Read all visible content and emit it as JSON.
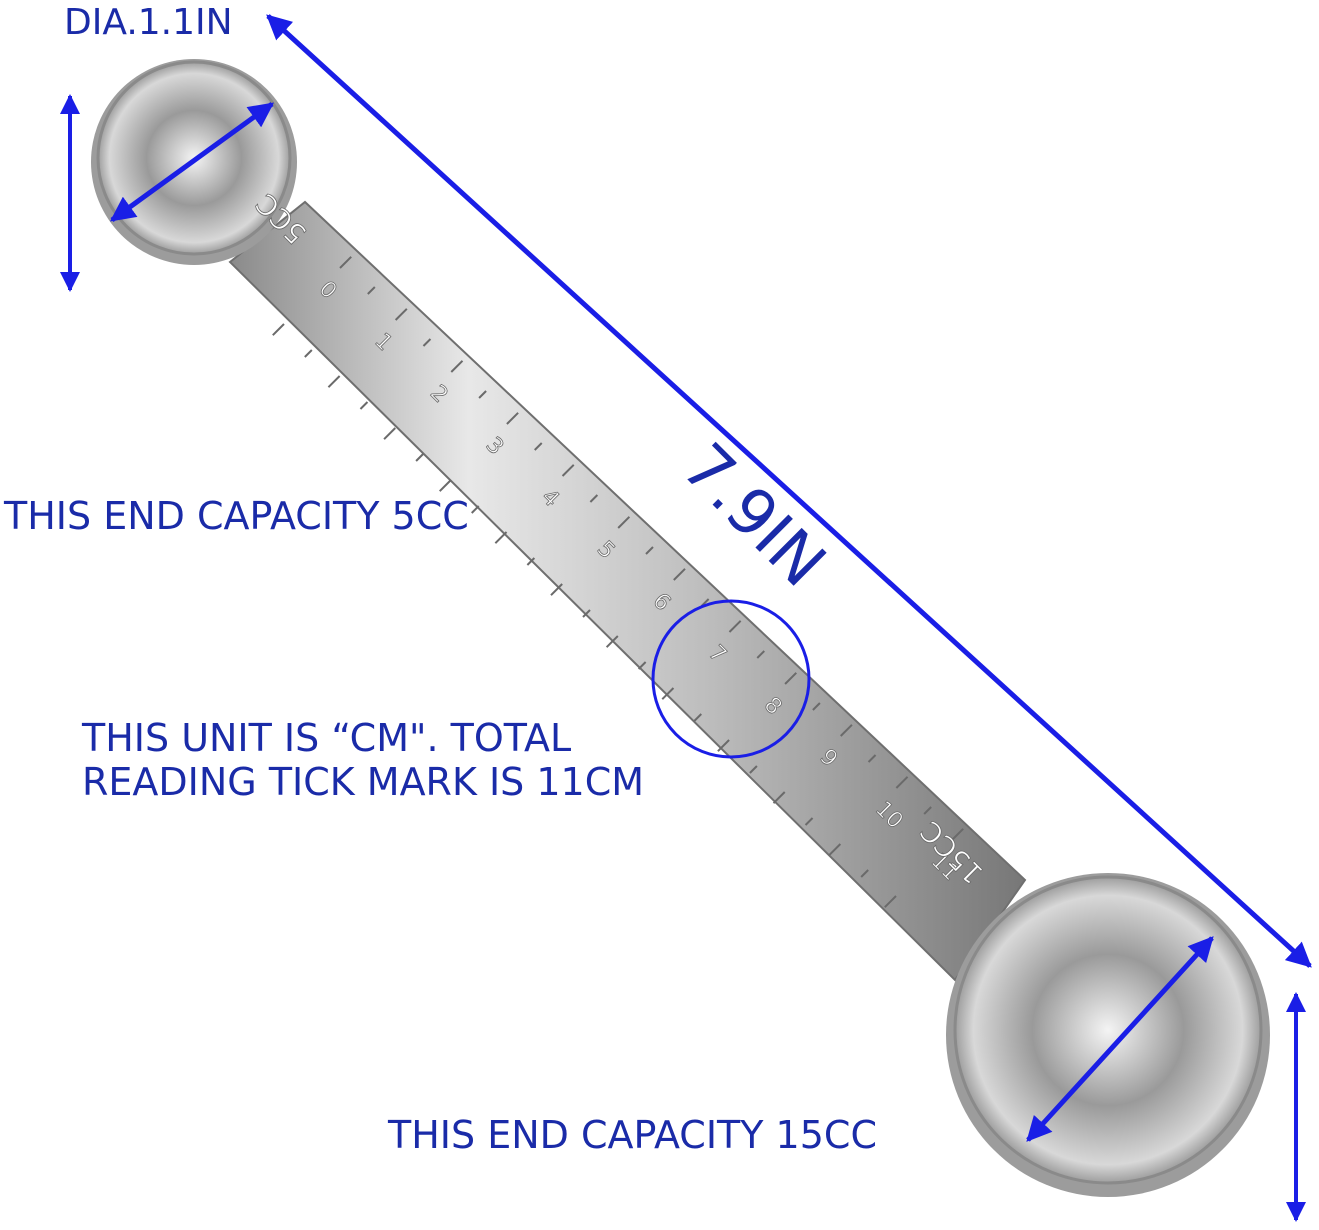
{
  "annotations": {
    "diameter": "DIA.1.1IN",
    "total_length": "7.9IN",
    "small_end_capacity": "THIS END CAPACITY 5CC",
    "unit_line_1": "THIS UNIT IS “CM\". TOTAL",
    "unit_line_2": "READING TICK MARK IS 11CM",
    "large_end_capacity": "THIS END CAPACITY 15CC"
  },
  "spoon": {
    "small_end_mark": "5CC",
    "large_end_mark": "15CC",
    "scale_numbers": [
      "0",
      "1",
      "2",
      "3",
      "4",
      "5",
      "6",
      "7",
      "8",
      "9",
      "10",
      "11"
    ]
  },
  "colors": {
    "annotation_text": "#1a2ba8",
    "arrow": "#1a1ee6",
    "steel": "#c8c8c8"
  }
}
